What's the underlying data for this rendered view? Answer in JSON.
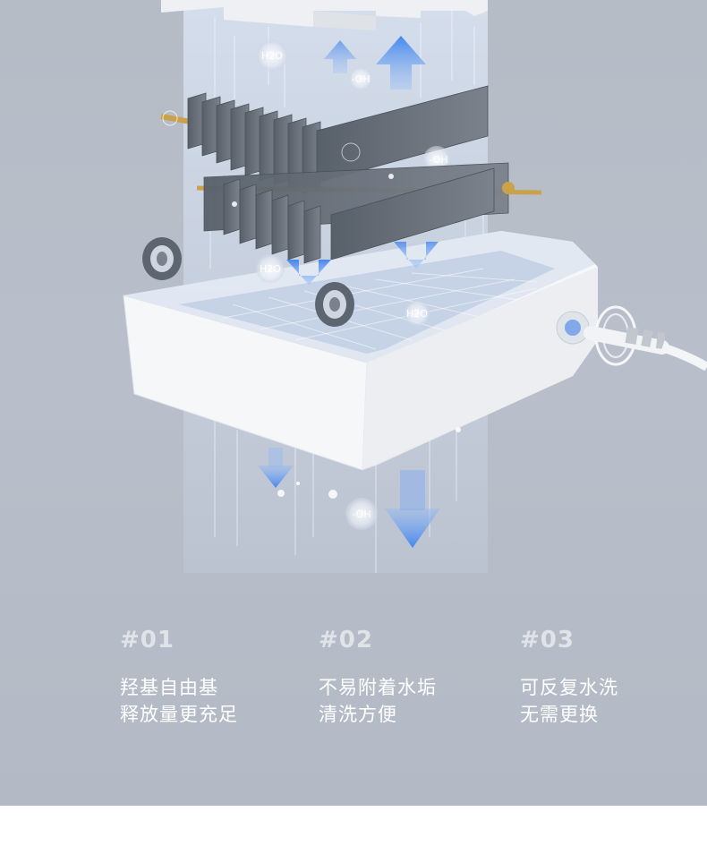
{
  "molecules": {
    "h2o_top": "H2O",
    "oh_top": "-OH",
    "oh_mid": "-OH",
    "h2o_mid": "H2O",
    "h2o_right": "H2O",
    "oh_bottom": "-OH"
  },
  "features": [
    {
      "number": "#01",
      "line1": "羟基自由基",
      "line2": "释放量更充足"
    },
    {
      "number": "#02",
      "line1": "不易附着水垢",
      "line2": "清洗方便"
    },
    {
      "number": "#03",
      "line1": "可反复水洗",
      "line2": "无需更换"
    }
  ],
  "colors": {
    "background": "#b8bec9",
    "arrow_blue": "#4d8ef0",
    "plate_dark": "#606770",
    "tray_white": "#f4f5f7"
  }
}
